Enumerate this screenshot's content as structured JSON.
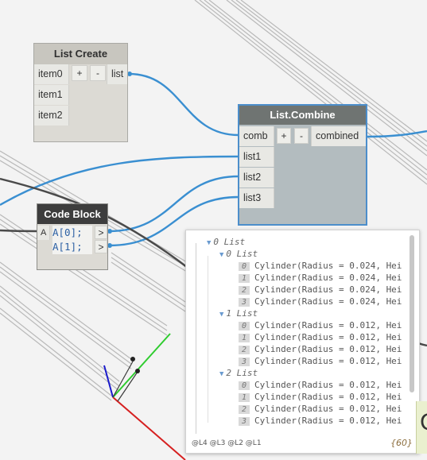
{
  "list_create": {
    "title": "List Create",
    "inputs": [
      "item0",
      "item1",
      "item2"
    ],
    "add_label": "+",
    "remove_label": "-",
    "output": "list"
  },
  "list_combine": {
    "title": "List.Combine",
    "inputs": [
      "comb",
      "list1",
      "list2",
      "list3"
    ],
    "add_label": "+",
    "remove_label": "-",
    "output": "combined"
  },
  "code_block": {
    "title": "Code Block",
    "input": "A",
    "lines": [
      "A[0];",
      "A[1];"
    ],
    "output_arrow": ">"
  },
  "preview": {
    "root": "0 List",
    "groups": [
      {
        "label": "0 List",
        "items": [
          "Cylinder(Radius = 0.024, Hei",
          "Cylinder(Radius = 0.024, Hei",
          "Cylinder(Radius = 0.024, Hei",
          "Cylinder(Radius = 0.024, Hei"
        ]
      },
      {
        "label": "1 List",
        "items": [
          "Cylinder(Radius = 0.012, Hei",
          "Cylinder(Radius = 0.012, Hei",
          "Cylinder(Radius = 0.012, Hei",
          "Cylinder(Radius = 0.012, Hei"
        ]
      },
      {
        "label": "2 List",
        "items": [
          "Cylinder(Radius = 0.012, Hei",
          "Cylinder(Radius = 0.012, Hei",
          "Cylinder(Radius = 0.012, Hei",
          "Cylinder(Radius = 0.012, Hei"
        ]
      }
    ],
    "indices": [
      "0",
      "1",
      "2",
      "3"
    ],
    "levels": "@L4 @L3 @L2 @L1",
    "count": "{60}"
  },
  "edge_char": "C",
  "colors": {
    "wire_blue": "#3a8fd1",
    "wire_dark": "#4a4a4a",
    "node_selected_border": "#4c8ecb",
    "axis_x": "#d62020",
    "axis_y": "#2ecc2e",
    "axis_z": "#1a1acc"
  }
}
